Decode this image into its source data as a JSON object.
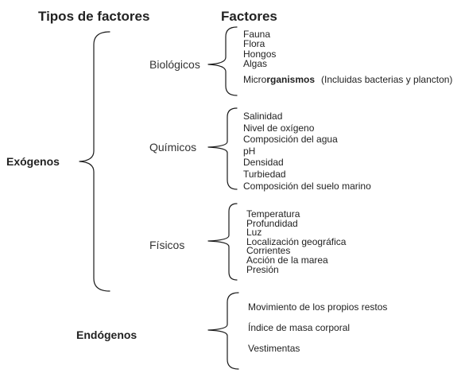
{
  "headers": {
    "types": "Tipos de  factores",
    "factors": "Factores"
  },
  "exogenous": {
    "label": "Exógenos",
    "biological": {
      "label": "Biológicos",
      "items": [
        "Fauna",
        "Flora",
        "Hongos",
        "Algas"
      ],
      "micro_prefix": "Micro",
      "micro_bold": "rganismos",
      "micro_note": "(Incluidas bacterias y plancton)"
    },
    "chemical": {
      "label": "Químicos",
      "items": [
        "Salinidad",
        "Nivel de  oxígeno",
        "Composición del agua",
        "pH",
        "Densidad",
        "Turbiedad",
        "Composición del suelo marino"
      ]
    },
    "physical": {
      "label": "Físicos",
      "items": [
        "Temperatura",
        "Profundidad",
        "Luz",
        "Localización geográfica",
        "Corrientes",
        "Acción de la marea",
        "Presión"
      ]
    }
  },
  "endogenous": {
    "label": "Endógenos",
    "items": [
      "Movimiento de los propios restos",
      "Índice de masa corporal",
      "Vestimentas"
    ]
  }
}
